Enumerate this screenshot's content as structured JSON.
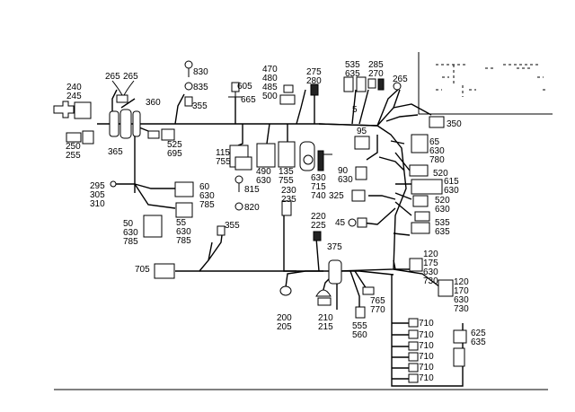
{
  "diagram": {
    "main_label": "5",
    "callouts": [
      {
        "id": "c240",
        "text": [
          "240",
          "245"
        ]
      },
      {
        "id": "c265a",
        "text": [
          "265"
        ]
      },
      {
        "id": "c265b",
        "text": [
          "265"
        ]
      },
      {
        "id": "c360",
        "text": [
          "360"
        ]
      },
      {
        "id": "c830",
        "text": [
          "830"
        ]
      },
      {
        "id": "c835",
        "text": [
          "835"
        ]
      },
      {
        "id": "c355a",
        "text": [
          "355"
        ]
      },
      {
        "id": "c605",
        "text": [
          "605"
        ]
      },
      {
        "id": "c665",
        "text": [
          "665"
        ]
      },
      {
        "id": "c470",
        "text": [
          "470",
          "480",
          "485",
          "500"
        ]
      },
      {
        "id": "c275",
        "text": [
          "275",
          "280"
        ]
      },
      {
        "id": "c535a",
        "text": [
          "535",
          "635"
        ]
      },
      {
        "id": "c285",
        "text": [
          "285",
          "270"
        ]
      },
      {
        "id": "c265c",
        "text": [
          "265"
        ]
      },
      {
        "id": "c350",
        "text": [
          "350"
        ]
      },
      {
        "id": "c250",
        "text": [
          "250",
          "255"
        ]
      },
      {
        "id": "c365",
        "text": [
          "365"
        ]
      },
      {
        "id": "c525",
        "text": [
          "525",
          "695"
        ]
      },
      {
        "id": "c115",
        "text": [
          "115",
          "755"
        ]
      },
      {
        "id": "c490",
        "text": [
          "490",
          "630"
        ]
      },
      {
        "id": "c135",
        "text": [
          "135",
          "755"
        ]
      },
      {
        "id": "c630a",
        "text": [
          "630",
          "715",
          "740"
        ]
      },
      {
        "id": "c95",
        "text": [
          "95"
        ]
      },
      {
        "id": "c65",
        "text": [
          "65",
          "630",
          "780"
        ]
      },
      {
        "id": "c90",
        "text": [
          "90",
          "630"
        ]
      },
      {
        "id": "c520a",
        "text": [
          "520"
        ]
      },
      {
        "id": "c615",
        "text": [
          "615",
          "630"
        ]
      },
      {
        "id": "c295",
        "text": [
          "295",
          "305",
          "310"
        ]
      },
      {
        "id": "c815",
        "text": [
          "815"
        ]
      },
      {
        "id": "c60",
        "text": [
          "60",
          "630",
          "785"
        ]
      },
      {
        "id": "c230",
        "text": [
          "230",
          "235"
        ]
      },
      {
        "id": "c325",
        "text": [
          "325"
        ]
      },
      {
        "id": "c520b",
        "text": [
          "520",
          "630"
        ]
      },
      {
        "id": "c820",
        "text": [
          "820"
        ]
      },
      {
        "id": "c220",
        "text": [
          "220",
          "225"
        ]
      },
      {
        "id": "c45",
        "text": [
          "45"
        ]
      },
      {
        "id": "c535b",
        "text": [
          "535",
          "635"
        ]
      },
      {
        "id": "c50",
        "text": [
          "50",
          "630",
          "785"
        ]
      },
      {
        "id": "c55",
        "text": [
          "55",
          "630",
          "785"
        ]
      },
      {
        "id": "c355b",
        "text": [
          "355"
        ]
      },
      {
        "id": "c375",
        "text": [
          "375"
        ]
      },
      {
        "id": "c120a",
        "text": [
          "120",
          "175",
          "630",
          "730"
        ]
      },
      {
        "id": "c705",
        "text": [
          "705"
        ]
      },
      {
        "id": "c120b",
        "text": [
          "120",
          "170",
          "630",
          "730"
        ]
      },
      {
        "id": "c765",
        "text": [
          "765",
          "770"
        ]
      },
      {
        "id": "c200",
        "text": [
          "200",
          "205"
        ]
      },
      {
        "id": "c210",
        "text": [
          "210",
          "215"
        ]
      },
      {
        "id": "c555",
        "text": [
          "555",
          "560"
        ]
      },
      {
        "id": "c710a",
        "text": [
          "710"
        ]
      },
      {
        "id": "c710b",
        "text": [
          "710"
        ]
      },
      {
        "id": "c710c",
        "text": [
          "710"
        ]
      },
      {
        "id": "c710d",
        "text": [
          "710"
        ]
      },
      {
        "id": "c710e",
        "text": [
          "710"
        ]
      },
      {
        "id": "c710f",
        "text": [
          "710"
        ]
      },
      {
        "id": "c625",
        "text": [
          "625",
          "635"
        ]
      }
    ]
  }
}
